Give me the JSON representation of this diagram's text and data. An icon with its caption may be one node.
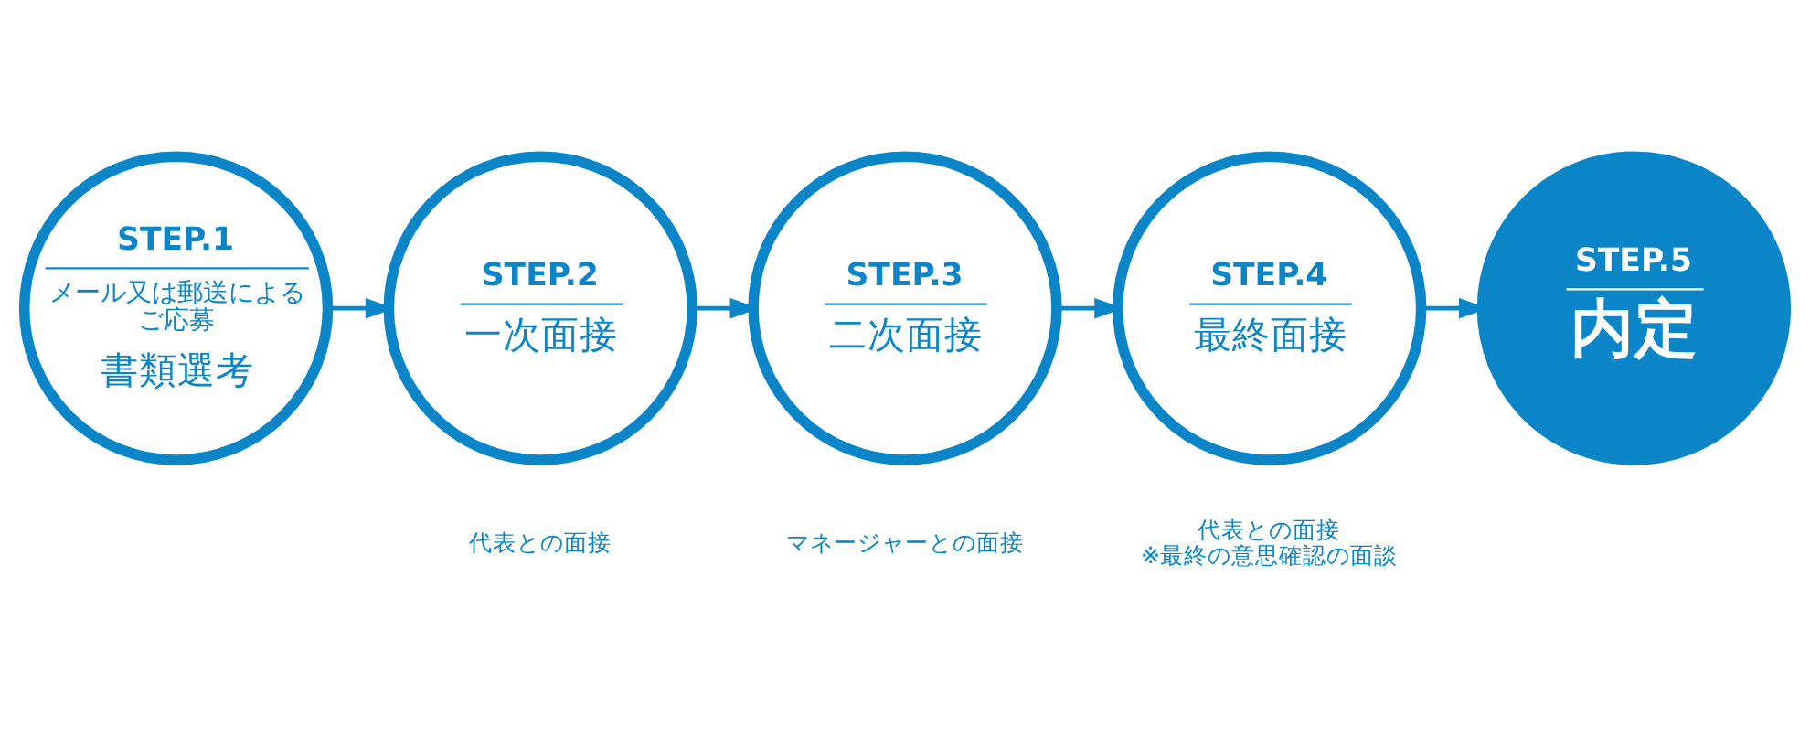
{
  "diagram": {
    "nodes": [
      {
        "text": [
          "STEP.1",
          "メール又は郵送によるご応募",
          "書類選考"
        ]
      },
      {
        "text": [
          "STEP.2",
          "一次面接"
        ],
        "beside": [
          "代表との面接"
        ]
      },
      {
        "text": [
          "STEP.3",
          "二次面接"
        ],
        "beside": [
          "マネージャーとの面接"
        ]
      },
      {
        "text": [
          "STEP.4",
          "最終面接"
        ],
        "beside": [
          "代表との面接",
          "※最終の意思確認の面談"
        ]
      },
      {
        "text": [
          "STEP.5",
          "内定"
        ]
      }
    ],
    "edges": [
      {
        "from": 0,
        "to": 1,
        "arrow": "to"
      },
      {
        "from": 1,
        "to": 2,
        "arrow": "to"
      },
      {
        "from": 2,
        "to": 3,
        "arrow": "to"
      },
      {
        "from": 3,
        "to": 4,
        "arrow": "to"
      }
    ]
  }
}
